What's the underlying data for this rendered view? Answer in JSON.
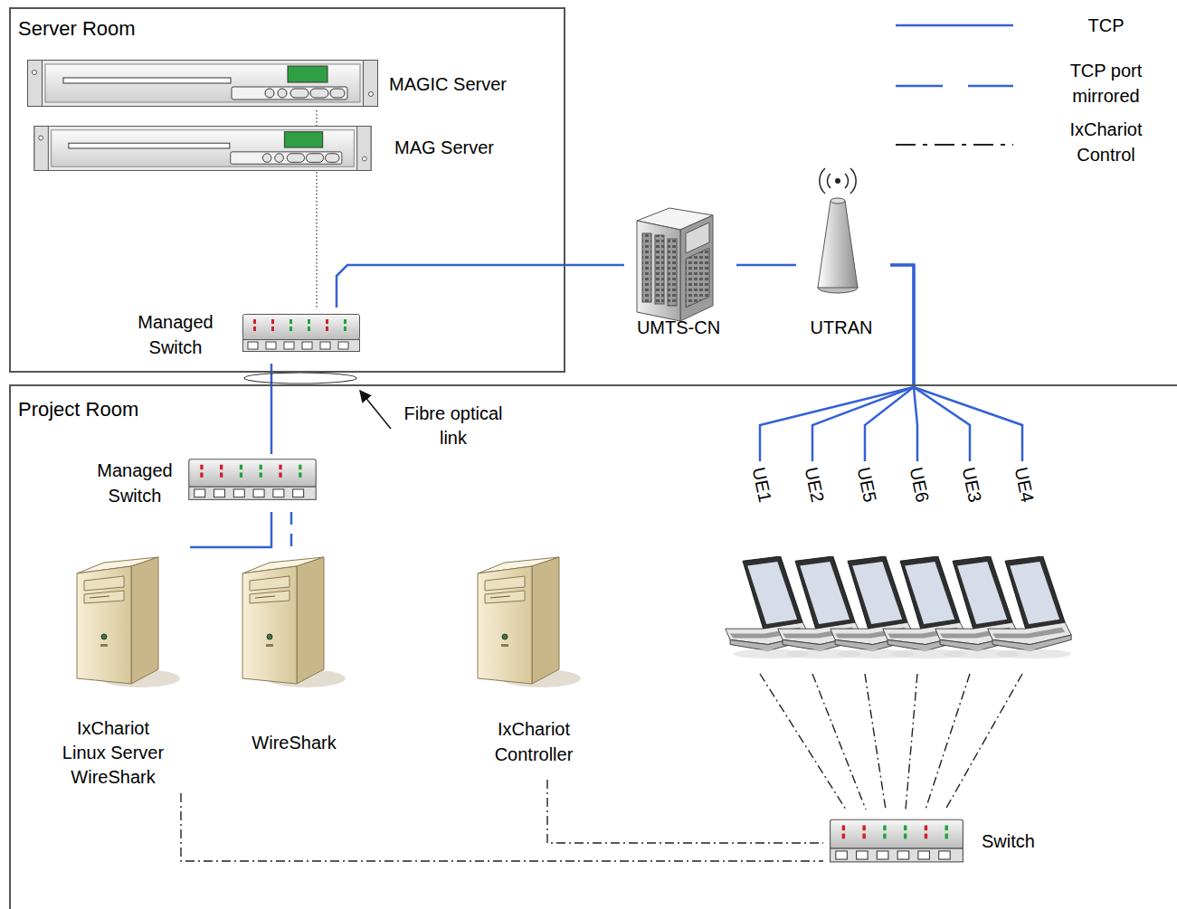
{
  "diagram": {
    "nodes": [
      {
        "text": [
          "Server Room"
        ]
      },
      {
        "text": [
          "MAGIC Server"
        ],
        "in": 0
      },
      {
        "text": [
          "MAG Server"
        ],
        "in": 0
      },
      {
        "text": [
          "Managed Switch"
        ],
        "in": 0
      },
      {
        "text": [
          "UMTS-CN"
        ]
      },
      {
        "text": [
          "UTRAN"
        ]
      },
      {
        "text": [
          "Project Room"
        ]
      },
      {
        "text": [
          "Managed Switch"
        ],
        "in": 6
      },
      {
        "text": [
          "IxChariot Linux Server WireShark"
        ],
        "in": 6
      },
      {
        "text": [
          "WireShark"
        ],
        "in": 6
      },
      {
        "text": [
          "IxChariot Controller"
        ],
        "in": 6
      },
      {
        "text": [
          "UE1"
        ],
        "in": 6
      },
      {
        "text": [
          "UE2"
        ],
        "in": 6
      },
      {
        "text": [
          "UE5"
        ],
        "in": 6
      },
      {
        "text": [
          "UE6"
        ],
        "in": 6
      },
      {
        "text": [
          "UE3"
        ],
        "in": 6
      },
      {
        "text": [
          "UE4"
        ],
        "in": 6
      },
      {
        "text": [
          "Switch"
        ],
        "in": 6
      }
    ],
    "edges": [
      {
        "from": 1,
        "to": 3,
        "arrow": "none"
      },
      {
        "from": 3,
        "to": 4,
        "arrow": "none"
      },
      {
        "from": 4,
        "to": 5,
        "arrow": "none"
      },
      {
        "from": 5,
        "to": 11,
        "arrow": "none"
      },
      {
        "from": 5,
        "to": 12,
        "arrow": "none"
      },
      {
        "from": 5,
        "to": 13,
        "arrow": "none"
      },
      {
        "from": 5,
        "to": 14,
        "arrow": "none"
      },
      {
        "from": 5,
        "to": 15,
        "arrow": "none"
      },
      {
        "from": 5,
        "to": 16,
        "arrow": "none"
      },
      {
        "from": 3,
        "to": 7,
        "arrow": "none"
      },
      {
        "from": 7,
        "to": 8,
        "arrow": "none"
      },
      {
        "from": 7,
        "to": 9,
        "arrow": "none"
      },
      {
        "from": 8,
        "to": 17,
        "arrow": "none"
      },
      {
        "from": 10,
        "to": 17,
        "arrow": "none"
      },
      {
        "from": 11,
        "to": 17,
        "arrow": "none"
      },
      {
        "from": 12,
        "to": 17,
        "arrow": "none"
      },
      {
        "from": 13,
        "to": 17,
        "arrow": "none"
      },
      {
        "from": 14,
        "to": 17,
        "arrow": "none"
      },
      {
        "from": 15,
        "to": 17,
        "arrow": "none"
      },
      {
        "from": 16,
        "to": 17,
        "arrow": "none"
      }
    ],
    "labels": [
      "Fibre optical link"
    ],
    "legend": [
      {
        "text": "TCP"
      },
      {
        "text": "TCP port mirrored"
      },
      {
        "text": "IxChariot Control"
      }
    ]
  }
}
